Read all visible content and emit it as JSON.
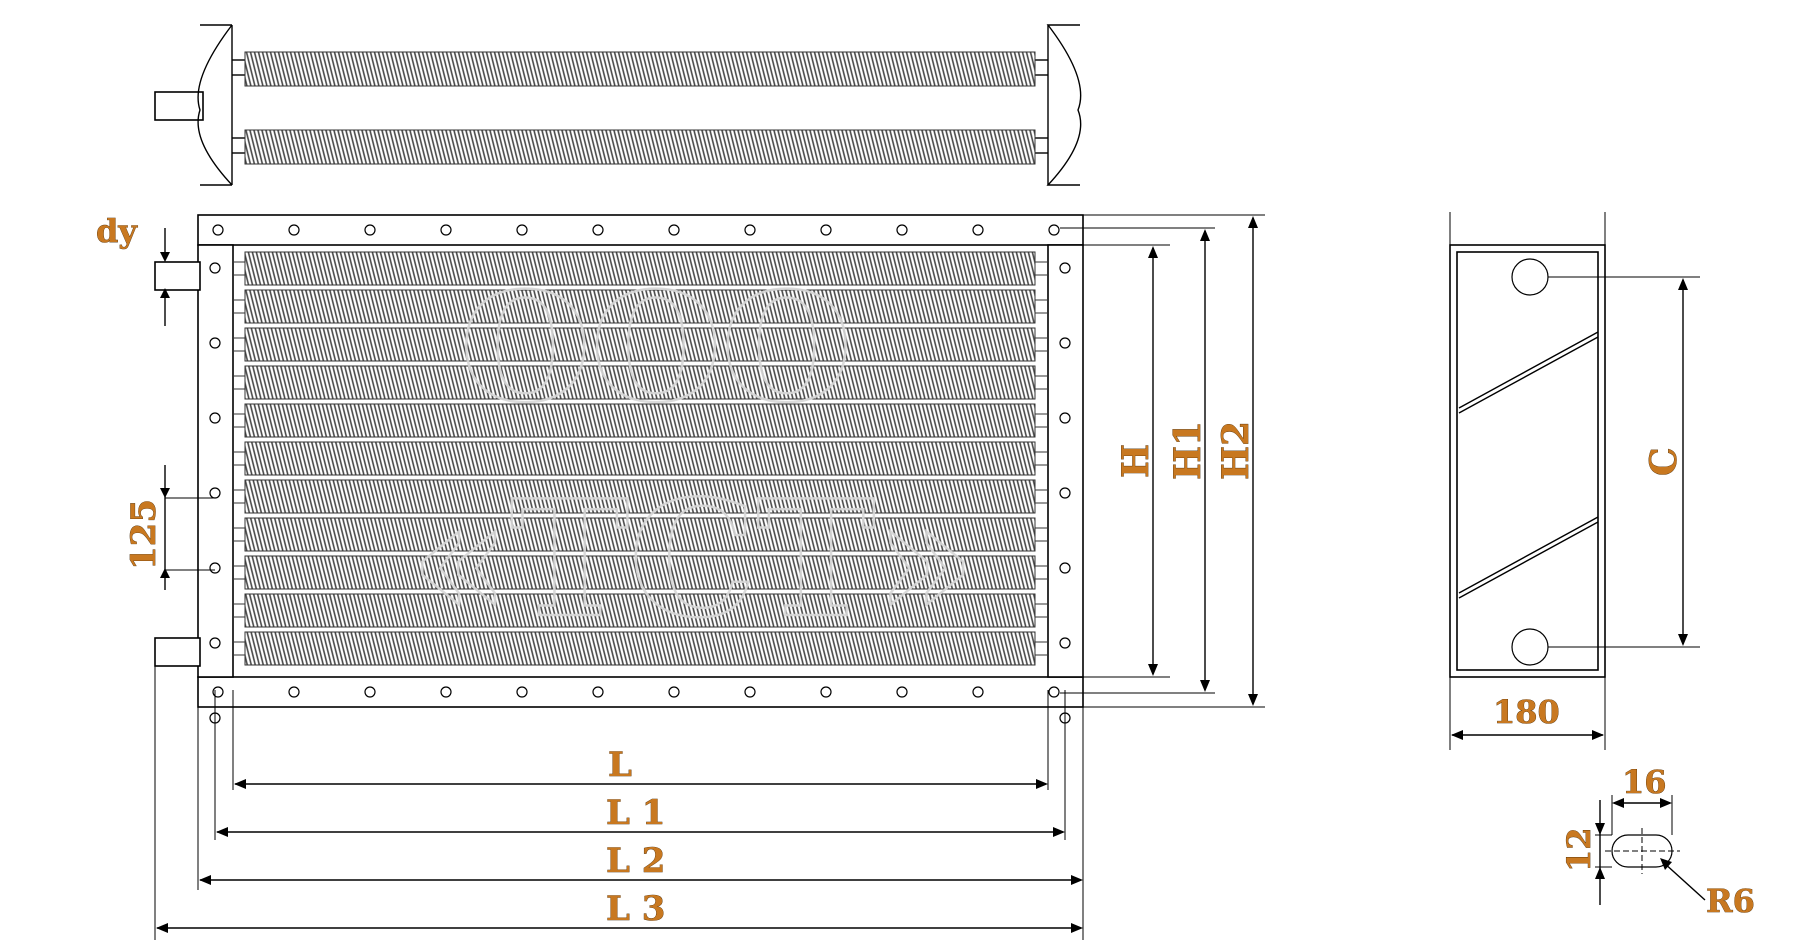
{
  "labels": {
    "dy": "dy",
    "p125": "125",
    "H": "H",
    "H1": "H1",
    "H2": "H2",
    "L": "L",
    "L1": "L 1",
    "L2": "L 2",
    "L3": "L 3",
    "C": "C",
    "w180": "180",
    "w16": "16",
    "h12": "12",
    "R6": "R6"
  },
  "colors": {
    "label": "#c87820",
    "line": "#000000"
  }
}
